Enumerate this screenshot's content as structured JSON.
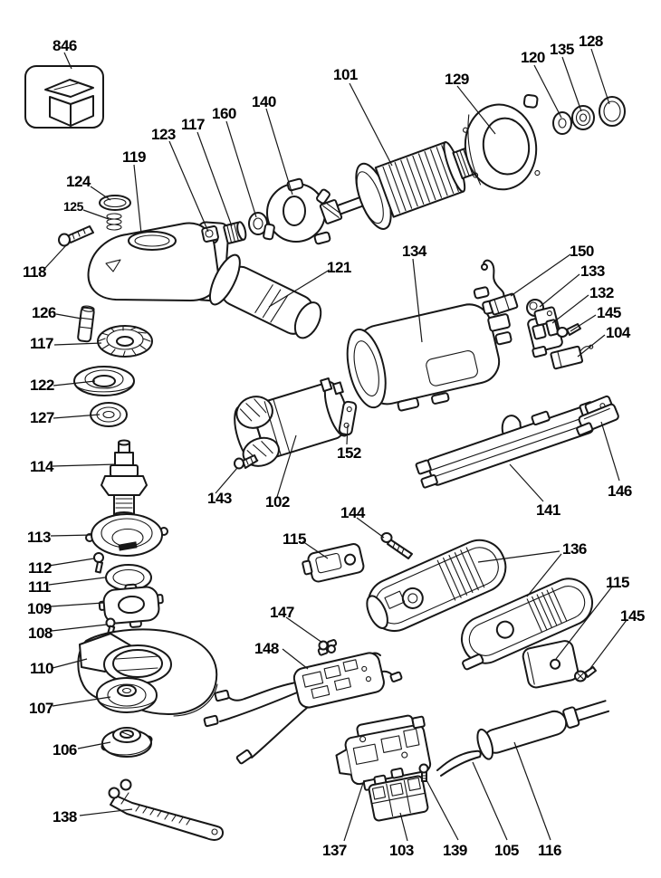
{
  "diagram": {
    "callouts": [
      "846",
      "101",
      "129",
      "120",
      "135",
      "128",
      "123",
      "117",
      "160",
      "140",
      "119",
      "124",
      "125",
      "118",
      "126",
      "117",
      "122",
      "127",
      "114",
      "121",
      "134",
      "150",
      "133",
      "132",
      "145",
      "104",
      "143",
      "102",
      "152",
      "144",
      "115",
      "147",
      "148",
      "136",
      "115",
      "145",
      "146",
      "141",
      "113",
      "112",
      "111",
      "109",
      "108",
      "110",
      "107",
      "106",
      "138",
      "137",
      "103",
      "139",
      "105",
      "116"
    ]
  },
  "icons": {
    "accessory_box": "open-box-icon"
  }
}
